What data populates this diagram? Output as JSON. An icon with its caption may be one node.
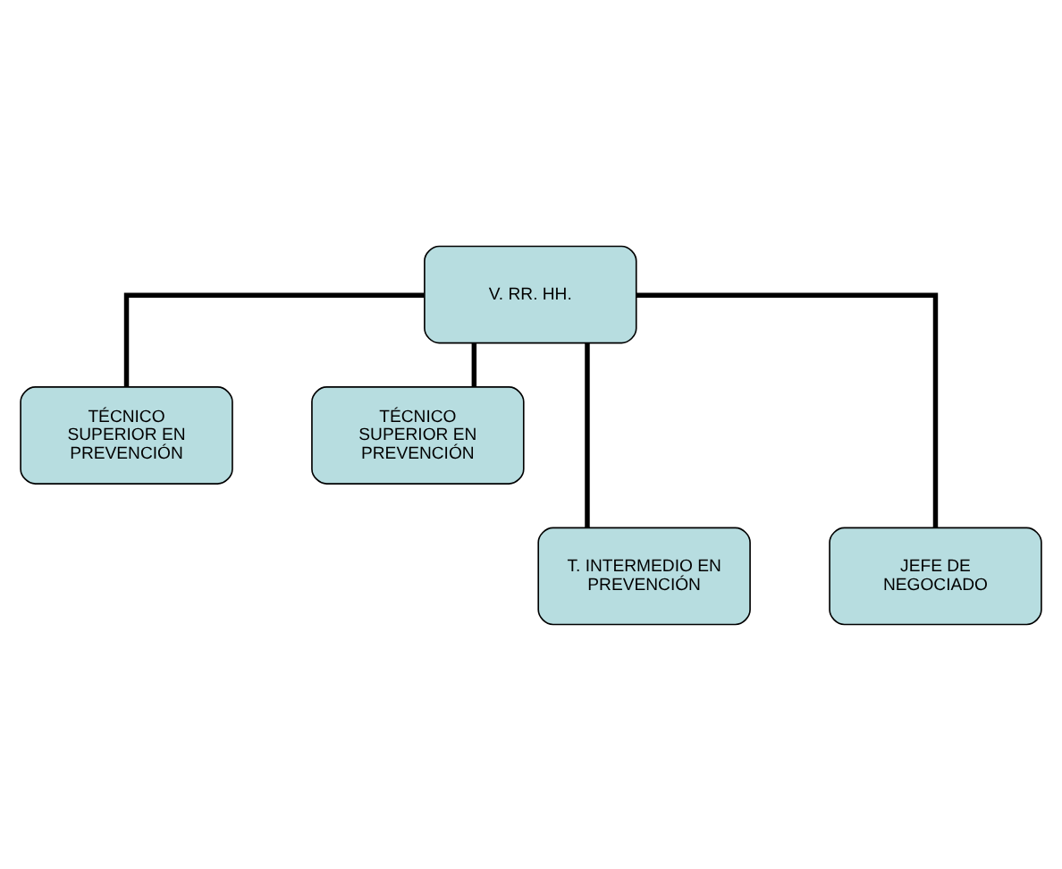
{
  "diagram": {
    "nodes": [
      {
        "text": [
          "V. RR. HH."
        ]
      },
      {
        "text": [
          "TÉCNICO SUPERIOR EN PREVENCIÓN"
        ]
      },
      {
        "text": [
          "TÉCNICO SUPERIOR EN PREVENCIÓN"
        ]
      },
      {
        "text": [
          "T. INTERMEDIO EN PREVENCIÓN"
        ]
      },
      {
        "text": [
          "JEFE DE NEGOCIADO"
        ]
      }
    ],
    "edges": [
      {
        "from": 0,
        "to": 1,
        "arrow": "none"
      },
      {
        "from": 0,
        "to": 2,
        "arrow": "none"
      },
      {
        "from": 0,
        "to": 3,
        "arrow": "none"
      },
      {
        "from": 0,
        "to": 4,
        "arrow": "none"
      }
    ]
  }
}
